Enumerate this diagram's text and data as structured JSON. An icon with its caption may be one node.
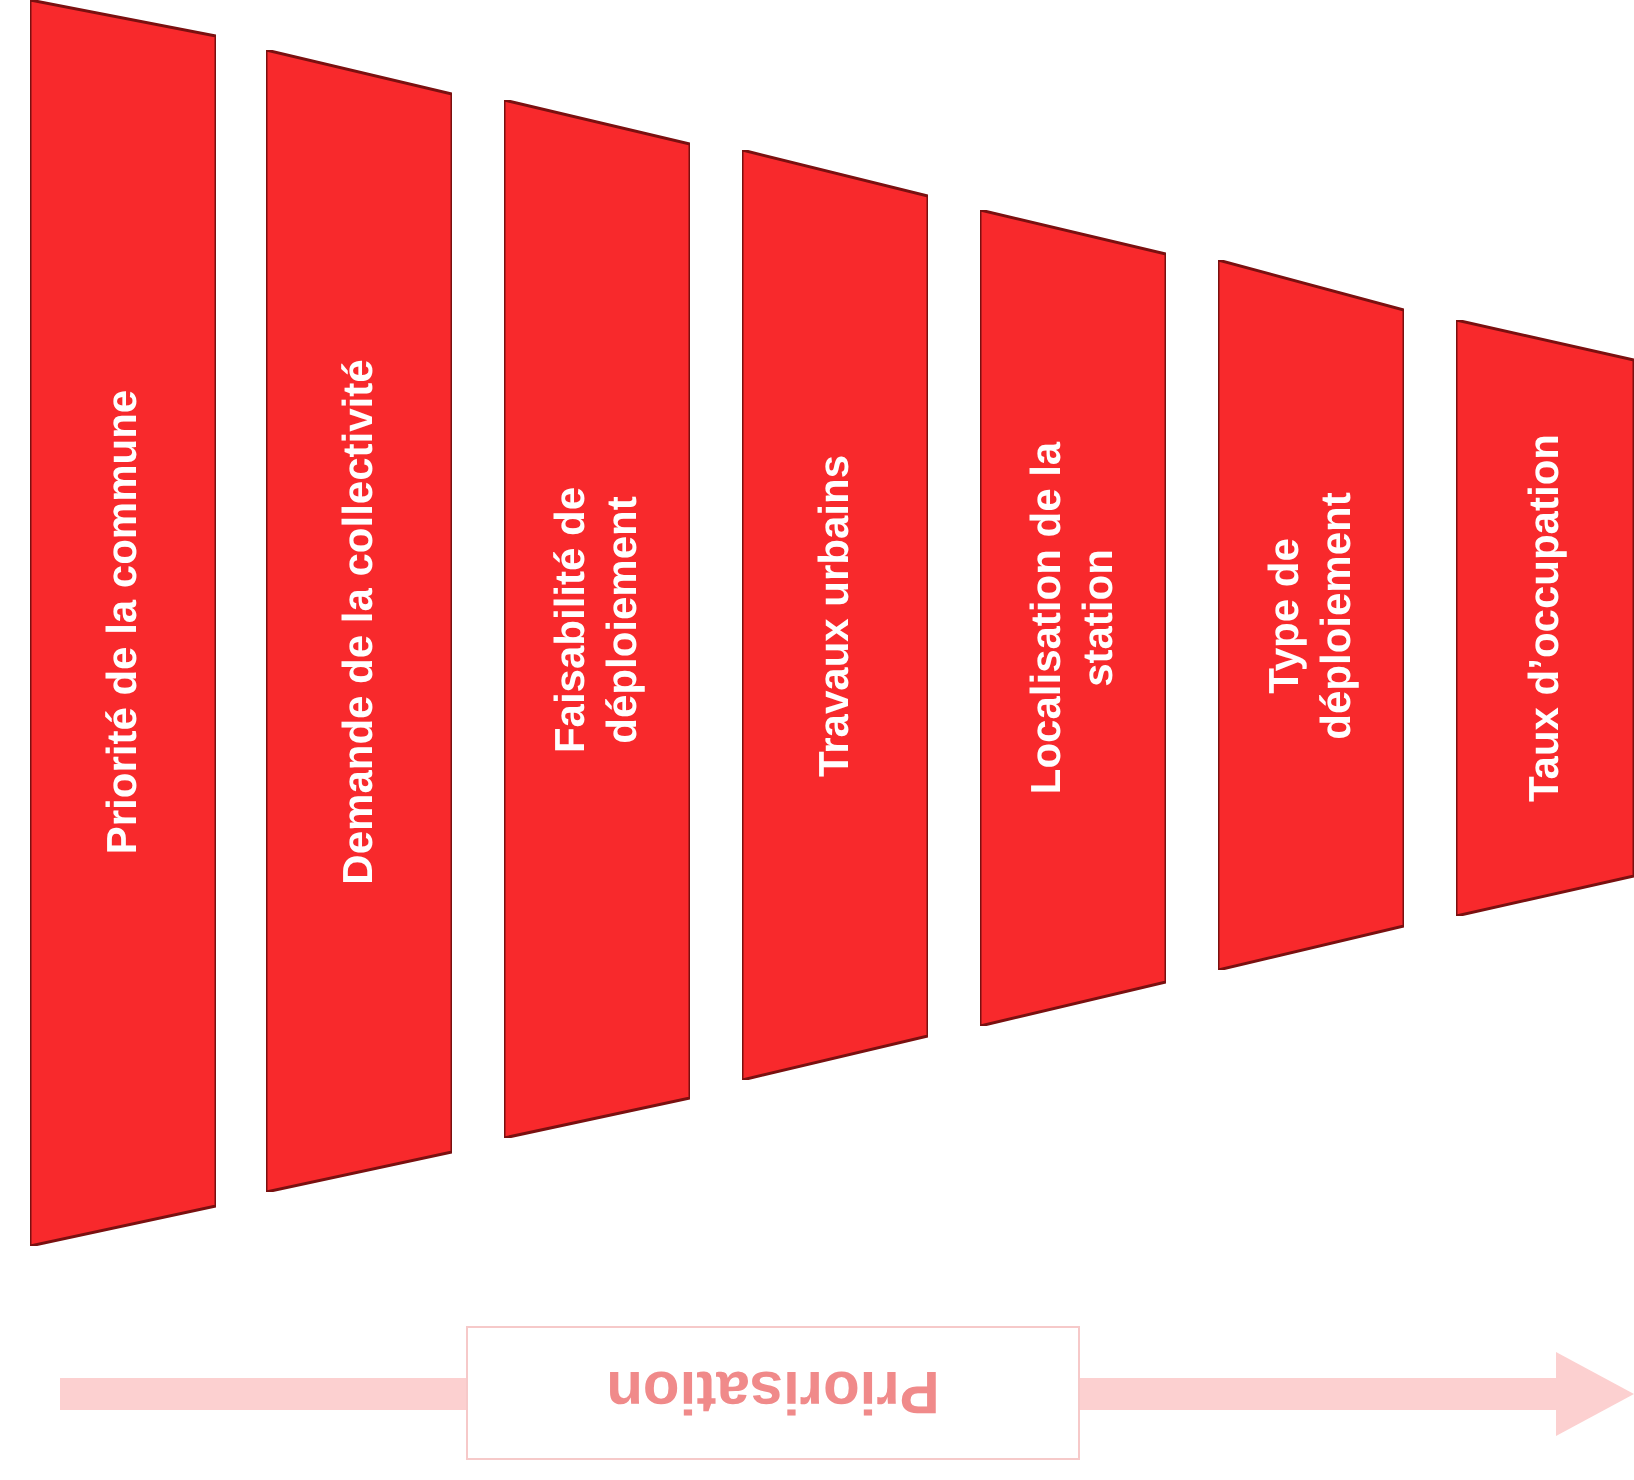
{
  "diagram": {
    "nodes": [
      {
        "text": [
          "Priorité de la commune"
        ]
      },
      {
        "text": [
          "Demande de la collectivité"
        ]
      },
      {
        "text": [
          "Faisabilité de déploiement"
        ]
      },
      {
        "text": [
          "Travaux urbains"
        ]
      },
      {
        "text": [
          "Localisation de la station"
        ]
      },
      {
        "text": [
          "Type de déploiement"
        ]
      },
      {
        "text": [
          "Taux d’occupation"
        ]
      },
      {
        "text": [
          "Priorisation"
        ]
      }
    ],
    "edges": []
  }
}
